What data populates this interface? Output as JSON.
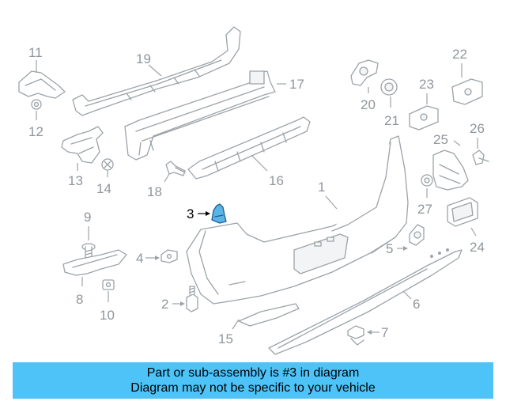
{
  "diagram": {
    "callouts": {
      "c1": "1",
      "c2": "2",
      "c3": "3",
      "c4": "4",
      "c5": "5",
      "c6": "6",
      "c7": "7",
      "c8": "8",
      "c9": "9",
      "c10": "10",
      "c11": "11",
      "c12": "12",
      "c13": "13",
      "c14": "14",
      "c15": "15",
      "c16": "16",
      "c17": "17",
      "c18": "18",
      "c19": "19",
      "c20": "20",
      "c21": "21",
      "c22": "22",
      "c23": "23",
      "c24": "24",
      "c25": "25",
      "c26": "26",
      "c27": "27"
    },
    "highlighted_part": "3",
    "colors": {
      "highlight_fill": "#5ab4e8",
      "line_gray": "#9ca3a8",
      "banner_bg": "#4ec3f7"
    }
  },
  "banner": {
    "line1": "Part or sub-assembly is #3 in diagram",
    "line2": "Diagram may not be specific to your vehicle"
  }
}
